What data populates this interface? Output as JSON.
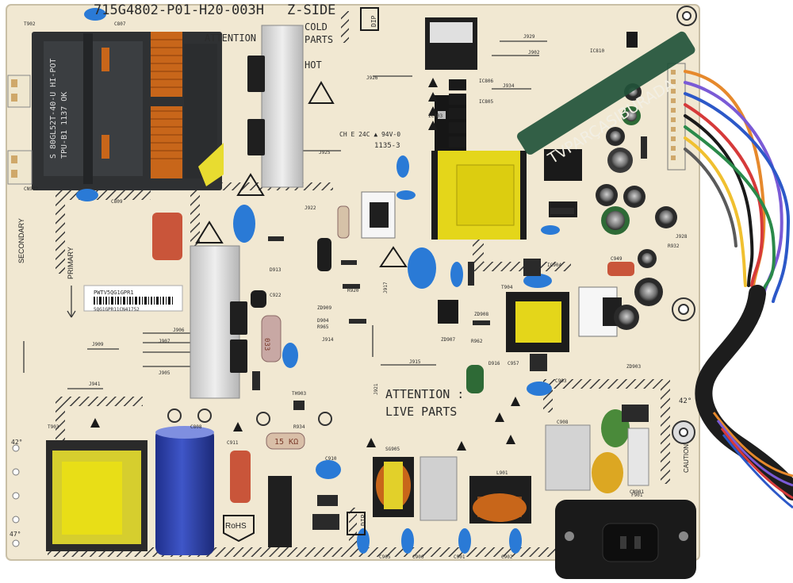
{
  "board": {
    "part_number": "715G4802-P01-H20-003H",
    "side": "Z-SIDE",
    "attention_top": "ATTENTION",
    "parts_top": "PARTS",
    "cold": "COLD",
    "hot": "HOT",
    "dip": "DIP",
    "secondary": "SECONDARY",
    "primary": "PRIMARY",
    "attention_live_1": "ATTENTION :",
    "attention_live_2": "LIVE PARTS",
    "rohs": "RoHS",
    "ul_mark": "CH E 24C ▲ 94V-0",
    "date_code": "1135-3",
    "degree_42_left": "42°",
    "degree_42_right": "42°",
    "degree_47": "47°",
    "barcode_label_top": "PWTV5QG1GPR1",
    "barcode_label_bottom": "5QG1GPR11CN41752",
    "transformer_label": "S 80GL52T-40-U  HI-POT",
    "transformer_label2": "TPU-B1  1137  OK",
    "resistor_15k": "15 KΩ",
    "resistor_033": "033",
    "caution": "CAUTION",
    "watermark": "TVPARÇASIBURADA"
  },
  "refs": {
    "t902": "T902",
    "t903": "T903",
    "c807": "C807",
    "c808": "C808",
    "c809": "C809",
    "cn902": "CN902",
    "j926": "J926",
    "j925": "J925",
    "j922": "J922",
    "j929": "J929",
    "j902": "J902",
    "j934": "J934",
    "ic810": "IC810",
    "j928": "J928",
    "r932": "R932",
    "c949": "C949",
    "r920": "R920",
    "d913": "D913",
    "c922": "C922",
    "zd909": "ZD909",
    "d904": "D904",
    "r965": "R965",
    "j914": "J914",
    "j906": "J906",
    "j907": "J907",
    "j909": "J909",
    "j905": "J905",
    "j941": "J941",
    "th903": "TH903",
    "r934": "R934",
    "c911": "C911",
    "c910": "C910",
    "j915": "J915",
    "zd908": "ZD908",
    "d916": "D916",
    "c957": "C957",
    "c903": "C903",
    "sg905": "SG905",
    "l901": "L901",
    "c905": "C905",
    "c906": "C906",
    "c901": "C901",
    "c902": "C902",
    "r962": "R962",
    "zd903": "ZD903",
    "c908": "C908",
    "f901": "F901",
    "cn901": "CN901",
    "ic904": "IC904",
    "t904": "T904",
    "zd907": "ZD907",
    "ic803": "IC803",
    "ic805": "IC805",
    "ic806": "IC806",
    "j921": "J921",
    "j917": "J917"
  },
  "colors": {
    "board": "#f1e8d2",
    "silkscreen": "#2b2b2b",
    "hatch": "#3a3a3a",
    "transformer_core": "#2f3133",
    "transformer_coil": "#e7d21a",
    "copper_coil": "#c8661a",
    "y_cap": "#2a7ad6",
    "electrolytic_blue": "#2b3ea8",
    "resistor_red": "#c9553a",
    "heatsink": "#d8d8d8",
    "cable_black": "#1d1d1d",
    "watermark_green": "#22523a"
  }
}
